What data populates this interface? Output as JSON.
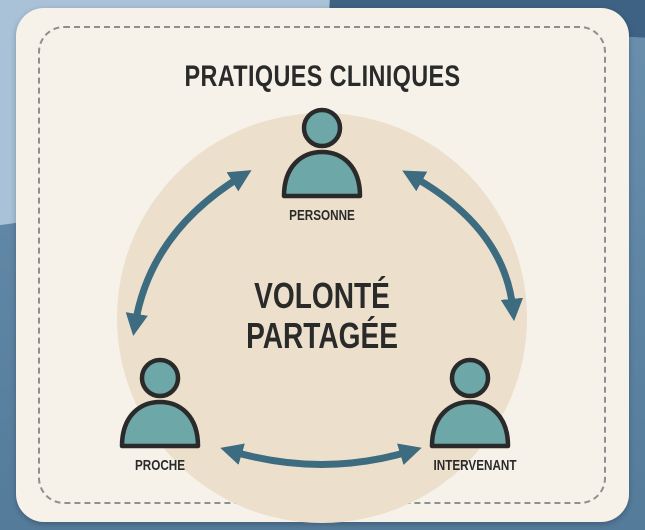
{
  "title": "PRATIQUES CLINIQUES",
  "center": {
    "line1": "VOLONTÉ",
    "line2": "PARTAGÉE"
  },
  "nodes": {
    "personne": "PERSONNE",
    "proche": "PROCHE",
    "intervenant": "INTERVENANT"
  },
  "colors": {
    "accent": "#3d6b80",
    "person_fill": "#6ea7a8",
    "circle": "#ece0cc",
    "outline": "#2a2a2a"
  }
}
